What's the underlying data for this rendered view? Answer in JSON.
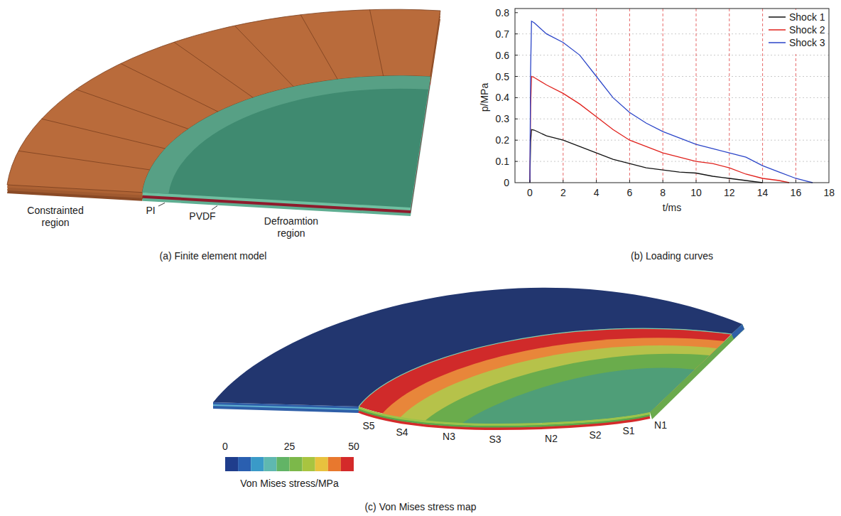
{
  "diagram": {
    "labels": [
      "Constrainted region",
      "PI",
      "PVDF",
      "Defroamtion region",
      "(a) Finite element model",
      "0.8",
      "0.7",
      "0.6",
      "0.5",
      "0.4",
      "0.3",
      "0.2",
      "0.1",
      "0",
      "p/MPa",
      "0",
      "2",
      "4",
      "6",
      "8",
      "10",
      "12",
      "14",
      "16",
      "18",
      "t/ms",
      "(b) Loading curves",
      "0",
      "25",
      "50",
      "Von Mises stress/MPa",
      "S5",
      "S4",
      "N3",
      "S3",
      "N2",
      "S2",
      "S1",
      "N1",
      "(c) Von Mises stress map"
    ],
    "legend": [
      {
        "text": "Shock 1"
      },
      {
        "text": "Shock 2"
      },
      {
        "text": "Shock 3"
      }
    ]
  }
}
